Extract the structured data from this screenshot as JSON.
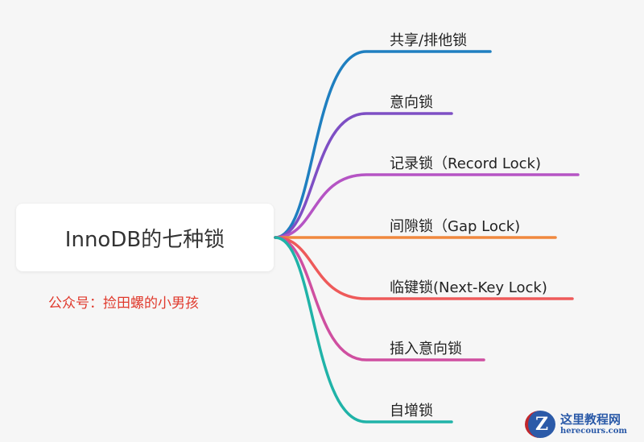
{
  "root": {
    "title": "InnoDB的七种锁",
    "note": "公众号：捡田螺的小男孩"
  },
  "branches": [
    {
      "label": "共享/排他锁",
      "color": "#1f7fc0"
    },
    {
      "label": "意向锁",
      "color": "#7e4fc4"
    },
    {
      "label": "记录锁（Record Lock)",
      "color": "#b554c4"
    },
    {
      "label": "间隙锁（Gap Lock)",
      "color": "#f0883e"
    },
    {
      "label": "临键锁(Next-Key Lock)",
      "color": "#ee5a5a"
    },
    {
      "label": "插入意向锁",
      "color": "#cf4fa0"
    },
    {
      "label": "自增锁",
      "color": "#20b3a8"
    }
  ],
  "watermark": {
    "logo": "Z",
    "name": "这里教程网",
    "url": "herecours.com"
  }
}
